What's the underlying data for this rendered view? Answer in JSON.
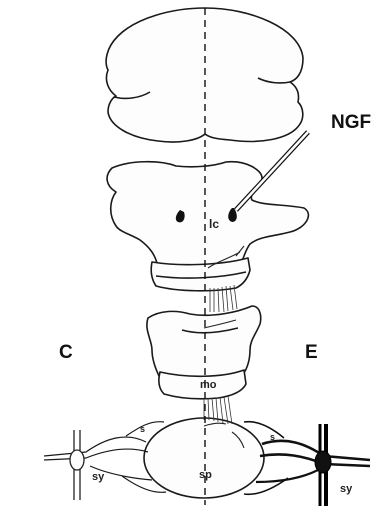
{
  "figure": {
    "labels": {
      "ngf": "NGF",
      "control_side": "C",
      "experimental_side": "E",
      "lc": "lc",
      "mo": "mo",
      "sp": "sp",
      "sy_left": "sy",
      "sy_right": "sy",
      "s_left": "s",
      "s_right": "s"
    }
  }
}
